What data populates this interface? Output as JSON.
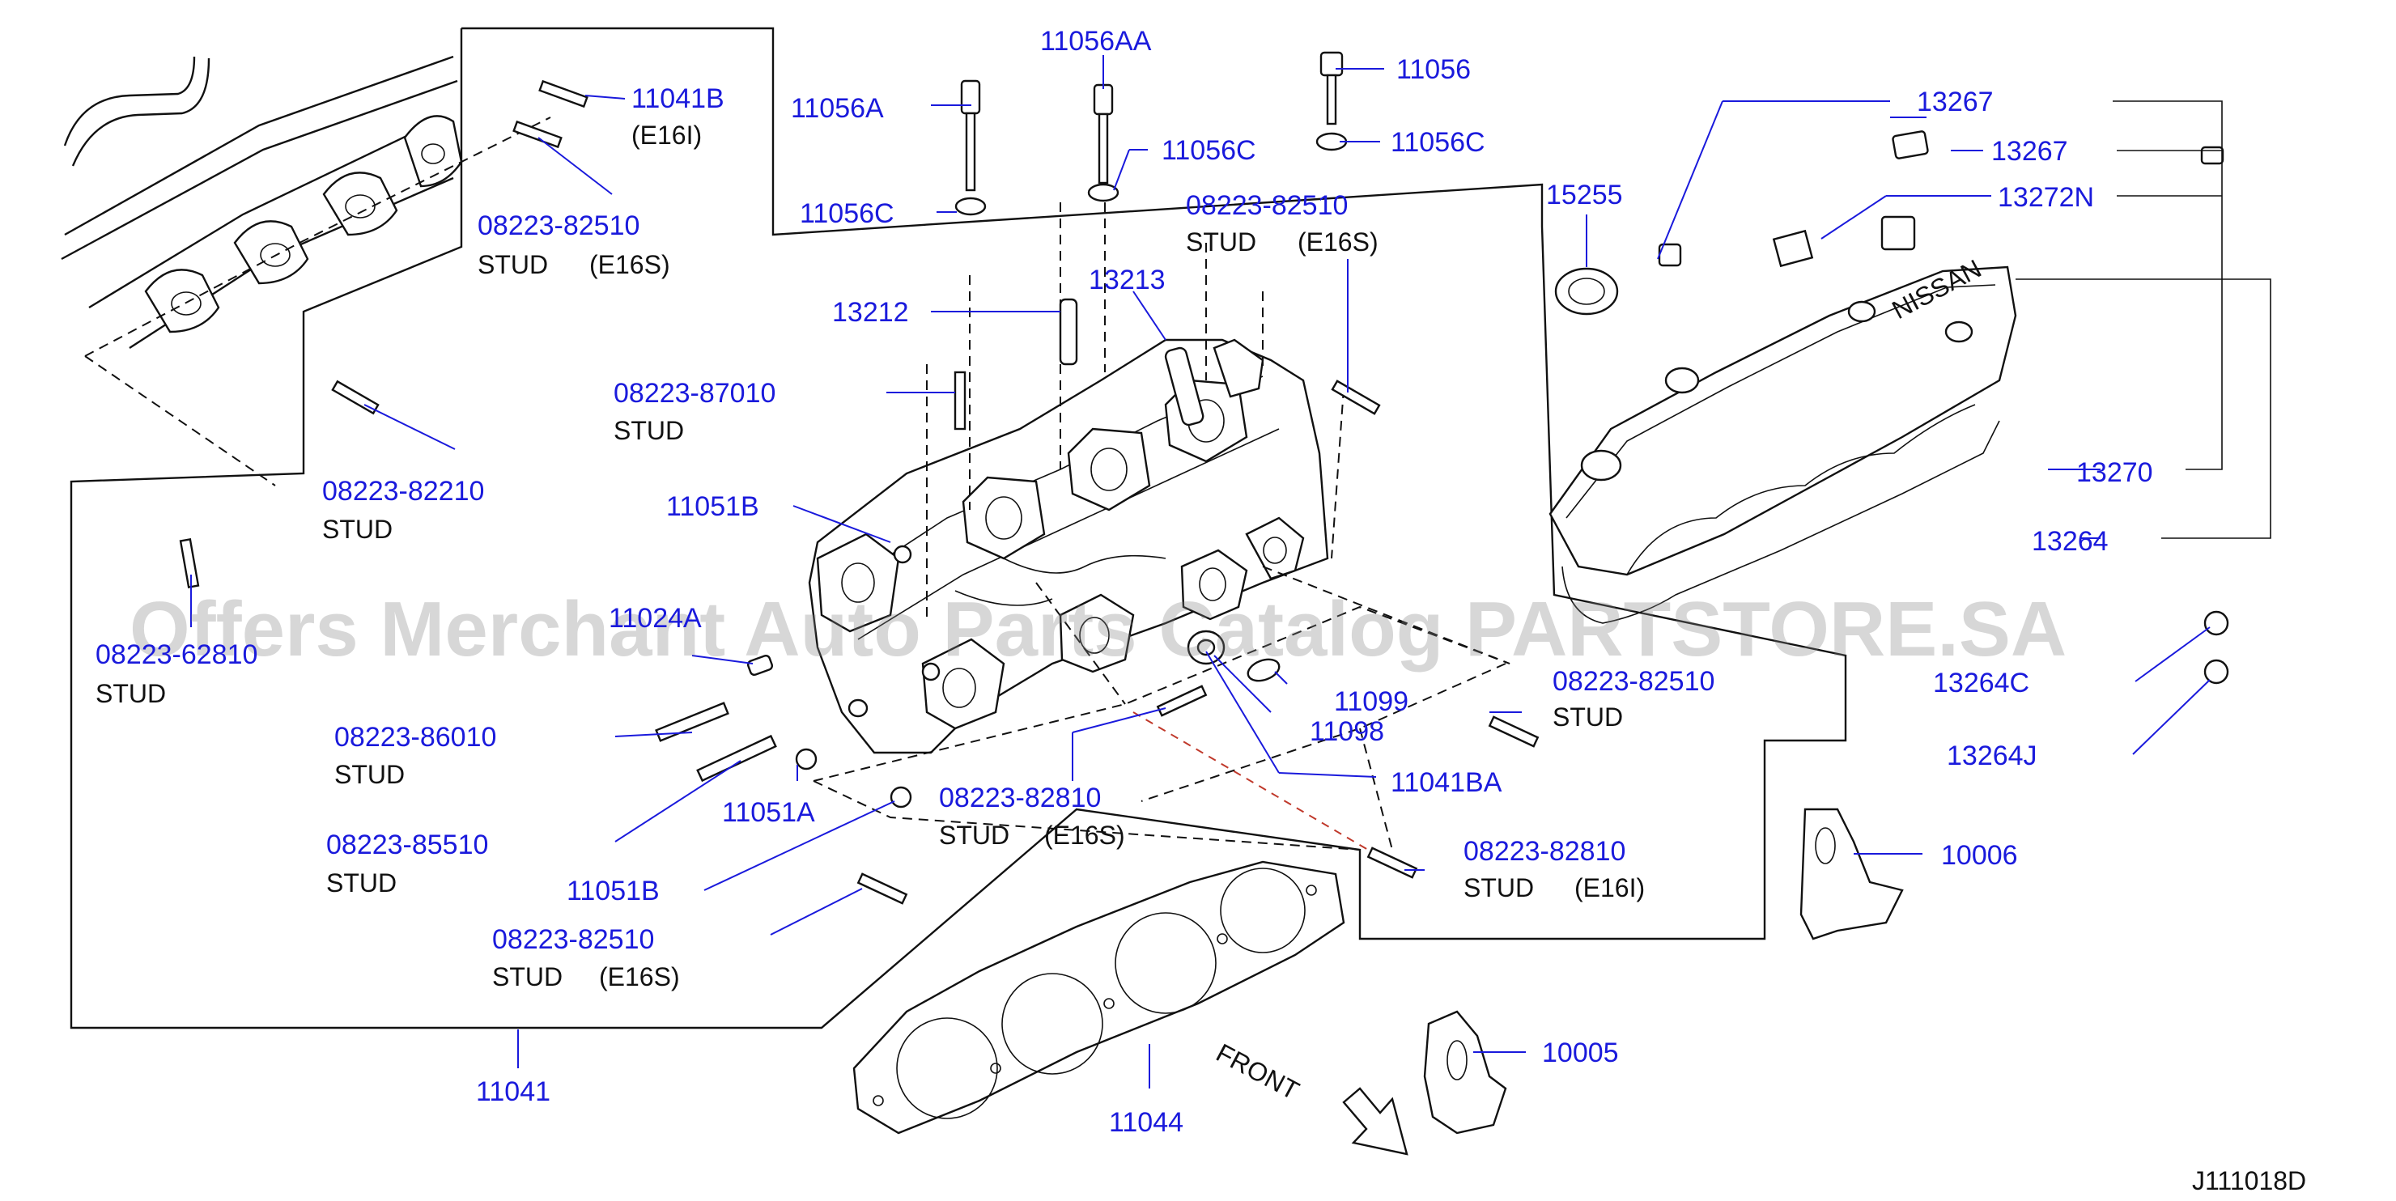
{
  "diagram_id": "J111018D",
  "watermark": "Offers Merchant Auto Parts Catalog PARTSTORE.SA",
  "front_label": "FRONT",
  "colors": {
    "part_number": "#1a1adc",
    "ink": "#111111",
    "watermark": "#8a8a8a"
  },
  "callouts": {
    "p11041B": {
      "part": "11041B",
      "note": "(E16I)"
    },
    "p08223_82510_top": {
      "part": "08223-82510",
      "desc": "STUD",
      "note": "(E16S)"
    },
    "p08223_82210": {
      "part": "08223-82210",
      "desc": "STUD"
    },
    "p08223_62810": {
      "part": "08223-62810",
      "desc": "STUD"
    },
    "p11056A": {
      "part": "11056A"
    },
    "p11056AA": {
      "part": "11056AA"
    },
    "p11056_top": {
      "part": "11056"
    },
    "p11056C_left": {
      "part": "11056C"
    },
    "p11056C_mid": {
      "part": "11056C"
    },
    "p11056C_right": {
      "part": "11056C"
    },
    "p08223_82510_mid": {
      "part": "08223-82510",
      "desc": "STUD",
      "note": "(E16S)"
    },
    "p13212": {
      "part": "13212"
    },
    "p13213": {
      "part": "13213"
    },
    "p08223_87010": {
      "part": "08223-87010",
      "desc": "STUD"
    },
    "p11051B_upper": {
      "part": "11051B"
    },
    "p1024A": {
      "part": "11024A"
    },
    "p08223_86010": {
      "part": "08223-86010",
      "desc": "STUD"
    },
    "p08223_85510": {
      "part": "08223-85510",
      "desc": "STUD"
    },
    "p11051A": {
      "part": "11051A"
    },
    "p11051B_lower": {
      "part": "11051B"
    },
    "p08223_82510_low": {
      "part": "08223-82510",
      "desc": "STUD",
      "note": "(E16S)"
    },
    "p08223_82810_a": {
      "part": "08223-82810",
      "desc": "STUD",
      "note": "(E16S)"
    },
    "p08223_82810_b": {
      "part": "08223-82810",
      "desc": "STUD",
      "note": "(E16I)"
    },
    "p11099": {
      "part": "11099"
    },
    "p11098": {
      "part": "11098"
    },
    "p11041BA": {
      "part": "11041BA"
    },
    "p08223_82510_right": {
      "part": "08223-82510",
      "desc": "STUD"
    },
    "p15255": {
      "part": "15255"
    },
    "p13267_a": {
      "part": "13267"
    },
    "p13267_b": {
      "part": "13267"
    },
    "p13272N": {
      "part": "13272N"
    },
    "p13270": {
      "part": "13270"
    },
    "p13264": {
      "part": "13264"
    },
    "p13264C": {
      "part": "13264C"
    },
    "p13264J": {
      "part": "13264J"
    },
    "p10006": {
      "part": "10006"
    },
    "p10005": {
      "part": "10005"
    },
    "p11041": {
      "part": "11041"
    },
    "p11044": {
      "part": "11044"
    }
  }
}
